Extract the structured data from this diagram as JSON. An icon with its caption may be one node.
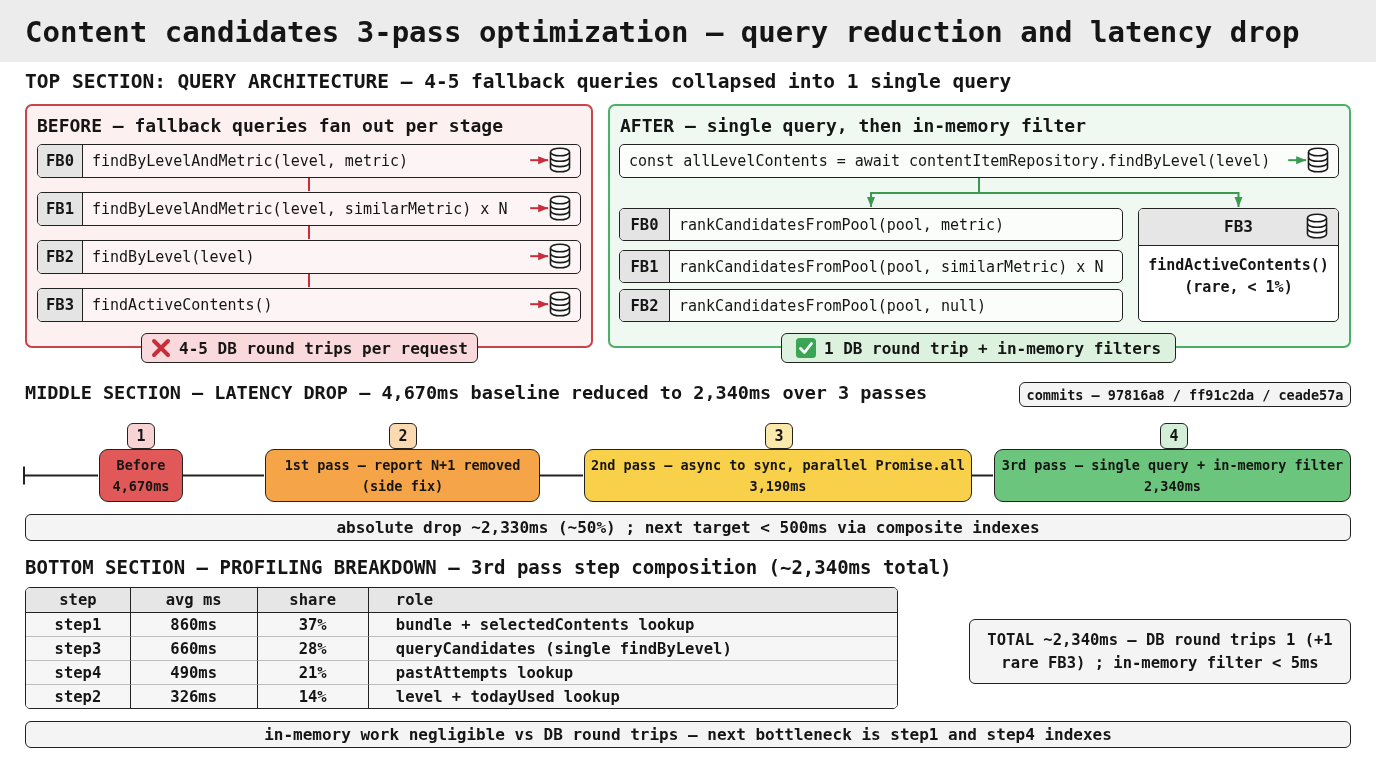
{
  "diagram": {
    "title": "Content candidates 3-pass optimization — query reduction and latency drop",
    "nodes": [
      {
        "text": [
          "BEFORE — fallback queries fan out per stage"
        ]
      },
      {
        "text": [
          "FB0",
          "findByLevelAndMetric(level, metric)"
        ],
        "in": 0
      },
      {
        "text": [],
        "shape": "cylinder",
        "in": 1
      },
      {
        "text": [
          "FB1",
          "findByLevelAndMetric(level, similarMetric) x N"
        ],
        "in": 0
      },
      {
        "text": [],
        "shape": "cylinder",
        "in": 3
      },
      {
        "text": [
          "FB2",
          "findByLevel(level)"
        ],
        "in": 0
      },
      {
        "text": [],
        "shape": "cylinder",
        "in": 5
      },
      {
        "text": [
          "FB3",
          "findActiveContents()"
        ],
        "in": 0
      },
      {
        "text": [],
        "shape": "cylinder",
        "in": 7
      },
      {
        "text": [
          "4-5 DB round trips per request"
        ]
      },
      {
        "text": [
          "AFTER — single query, then in-memory filter"
        ]
      },
      {
        "text": [
          "const allLevelContents = await contentItemRepository.findByLevel(level)"
        ],
        "in": 10
      },
      {
        "text": [],
        "shape": "cylinder",
        "in": 11
      },
      {
        "text": [
          "FB0",
          "rankCandidatesFromPool(pool, metric)"
        ],
        "in": 10
      },
      {
        "text": [
          "FB1",
          "rankCandidatesFromPool(pool, similarMetric) x N"
        ],
        "in": 10
      },
      {
        "text": [
          "FB2",
          "rankCandidatesFromPool(pool, null)"
        ],
        "in": 10
      },
      {
        "text": [
          "FB3",
          "findActiveContents() (rare, < 1%)"
        ],
        "in": 10
      },
      {
        "text": [
          "1 DB round trip + in-memory filters"
        ]
      },
      {
        "text": [
          "commits — 97816a8 / ff91c2da / ceade57a"
        ]
      },
      {
        "text": [
          "1"
        ]
      },
      {
        "text": [
          "Before",
          "4,670ms"
        ]
      },
      {
        "text": [
          "2"
        ]
      },
      {
        "text": [
          "1st pass — report N+1 removed",
          "(side fix)"
        ]
      },
      {
        "text": [
          "3"
        ]
      },
      {
        "text": [
          "2nd pass — async to sync, parallel Promise.all",
          "3,190ms"
        ]
      },
      {
        "text": [
          "4"
        ]
      },
      {
        "text": [
          "3rd pass — single query + in-memory filter",
          "2,340ms"
        ]
      },
      {
        "text": [
          "absolute drop ~2,330ms (~50%) ; next target < 500ms via composite indexes"
        ]
      },
      {
        "text": [
          "TOTAL ~2,340ms — DB round trips 1 (+1 rare FB3) ; in-memory filter < 5ms"
        ]
      },
      {
        "text": [
          "in-memory work negligible vs DB round trips — next bottleneck is step1 and step4 indexes"
        ]
      }
    ],
    "edges": [
      {
        "from": null,
        "to": 2,
        "arrow": "to",
        "color": "#c62f3a"
      },
      {
        "from": null,
        "to": 4,
        "arrow": "to",
        "color": "#c62f3a"
      },
      {
        "from": null,
        "to": 6,
        "arrow": "to",
        "color": "#c62f3a"
      },
      {
        "from": null,
        "to": 8,
        "arrow": "to",
        "color": "#c62f3a"
      },
      {
        "from": 1,
        "to": 3,
        "arrow": "none",
        "color": "#c62f3a"
      },
      {
        "from": 3,
        "to": 5,
        "arrow": "none",
        "color": "#c62f3a"
      },
      {
        "from": 5,
        "to": 7,
        "arrow": "none",
        "color": "#c62f3a"
      },
      {
        "from": null,
        "to": 12,
        "arrow": "to",
        "color": "#3a9a50"
      },
      {
        "from": 11,
        "to": 13,
        "arrow": "to",
        "color": "#3a9a50"
      },
      {
        "from": 11,
        "to": 16,
        "arrow": "to",
        "color": "#3a9a50"
      },
      {
        "from": null,
        "to": 20,
        "arrow": "other",
        "color": "#222222"
      },
      {
        "from": 20,
        "to": 22,
        "arrow": "none",
        "color": "#222222"
      },
      {
        "from": 22,
        "to": 24,
        "arrow": "none",
        "color": "#222222"
      },
      {
        "from": 24,
        "to": 26,
        "arrow": "none",
        "color": "#222222"
      }
    ],
    "labels": [
      "TOP SECTION: QUERY ARCHITECTURE — 4-5 fallback queries collapsed into 1 single query",
      "MIDDLE SECTION — LATENCY DROP — 4,670ms baseline reduced to 2,340ms over 3 passes",
      "BOTTOM SECTION — PROFILING BREAKDOWN — 3rd pass step composition (~2,340ms total)",
      "step",
      "avg ms",
      "share",
      "role",
      "step1",
      "860ms",
      "37%",
      "bundle + selectedContents lookup",
      "step3",
      "660ms",
      "28%",
      "queryCandidates (single findByLevel)",
      "step4",
      "490ms",
      "21%",
      "pastAttempts lookup",
      "step2",
      "326ms",
      "14%",
      "level + todayUsed lookup"
    ]
  }
}
